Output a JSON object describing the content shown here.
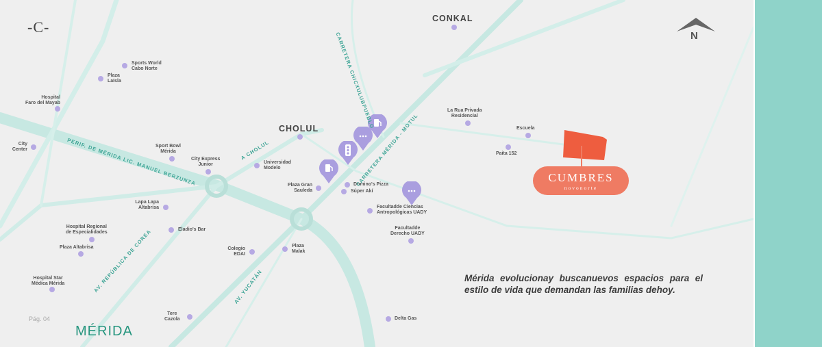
{
  "brand": {
    "mark": "-C-"
  },
  "compass": {
    "letter": "N"
  },
  "towns": {
    "conkal": "CONKAL",
    "cholul": "CHOLUL"
  },
  "places": {
    "sports_world": "Sports World\nCabo Norte",
    "plaza_la_isla": "Plaza\nLaIsla",
    "hospital_faro": "Hospital\nFaro del Mayab",
    "city_center": "City\nCenter",
    "sport_bowl": "Sport Bowl\nMérida",
    "city_express": "City Express\nJunior",
    "universidad_modelo": "Universidad\nModelo",
    "plaza_gran_sauleda": "Plaza Gran\nSauleda",
    "dominos": "Domino's Pizza",
    "super_aki": "Súper Akí",
    "facultad_antropologicas": "Facultadde Ciencias\nAntropológicas UADY",
    "facultad_derecho": "Facultadde\nDerecho UADY",
    "la_rua_privada": "La Rua Privada\nResidencial",
    "escuela": "Escuela",
    "paita": "Paita 152",
    "lapa_lapa": "Lapa Lapa\nAltabrisa",
    "hospital_regional": "Hospital Regional\nde Especialidades",
    "eladios": "Eladio's Bar",
    "plaza_altabrisa": "Plaza Altabrisa",
    "hospital_star": "Hospital Star\nMédica Mérida",
    "colegio_edai": "Colegio\nEDAI",
    "plaza_malak": "Plaza\nMalak",
    "tere_cazola": "Tere\nCazola",
    "delta_gas": "Delta Gas"
  },
  "roads": {
    "carretera_chicxulub": "CARRETERA CHICXULUBPUEBLO",
    "periferico": "PERIF. DE MÉRIDA LIC. MANUEL BERZUNZA",
    "a_cholul": "A CHOLUL",
    "carretera_merida_motul": "CARRETERA   MÉRIDA - MOTUL",
    "av_republica": "AV. REPÚBLICA DE COREA",
    "av_yucatan": "AV. YUCATÁN"
  },
  "project": {
    "name": "CUMBRES",
    "subtitle": "novonorte"
  },
  "tagline": "Mérida evolucionay buscanuevos espacios para el estilo de vida que demandan las familias dehoy.",
  "footer": {
    "page": "Pág. 04",
    "city": "MÉRIDA"
  },
  "colors": {
    "road": "#c7e8e2",
    "road_light": "#d6efea",
    "accent": "#ef7b63",
    "poi": "#b6a9e3",
    "city_text": "#27967f",
    "band": "#8fd3c9"
  },
  "icons": [
    "gas-station-icon",
    "traffic-light-icon",
    "ellipsis-icon",
    "north-arrow-icon"
  ]
}
